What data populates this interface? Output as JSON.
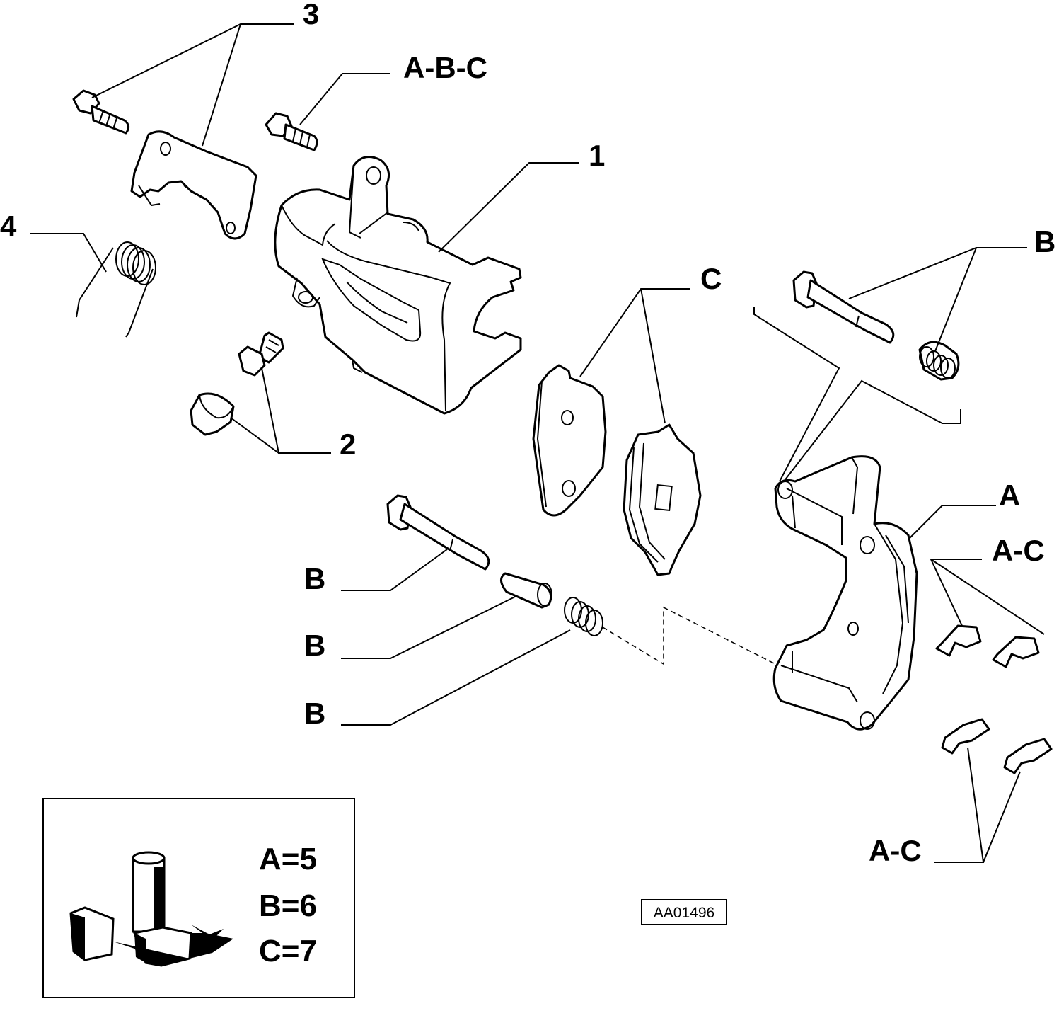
{
  "diagram": {
    "callouts": {
      "c3": "3",
      "abc": "A-B-C",
      "c1": "1",
      "c4": "4",
      "c2": "2",
      "c_pads": "C",
      "b_top": "B",
      "a_bracket": "A",
      "ac_top": "A-C",
      "b_pin": "B",
      "b_bushing": "B",
      "b_spring": "B",
      "ac_bottom": "A-C"
    },
    "kit_legend": {
      "a": "A=5",
      "b": "B=6",
      "c": "C=7"
    },
    "drawing_code": "AA01496"
  }
}
